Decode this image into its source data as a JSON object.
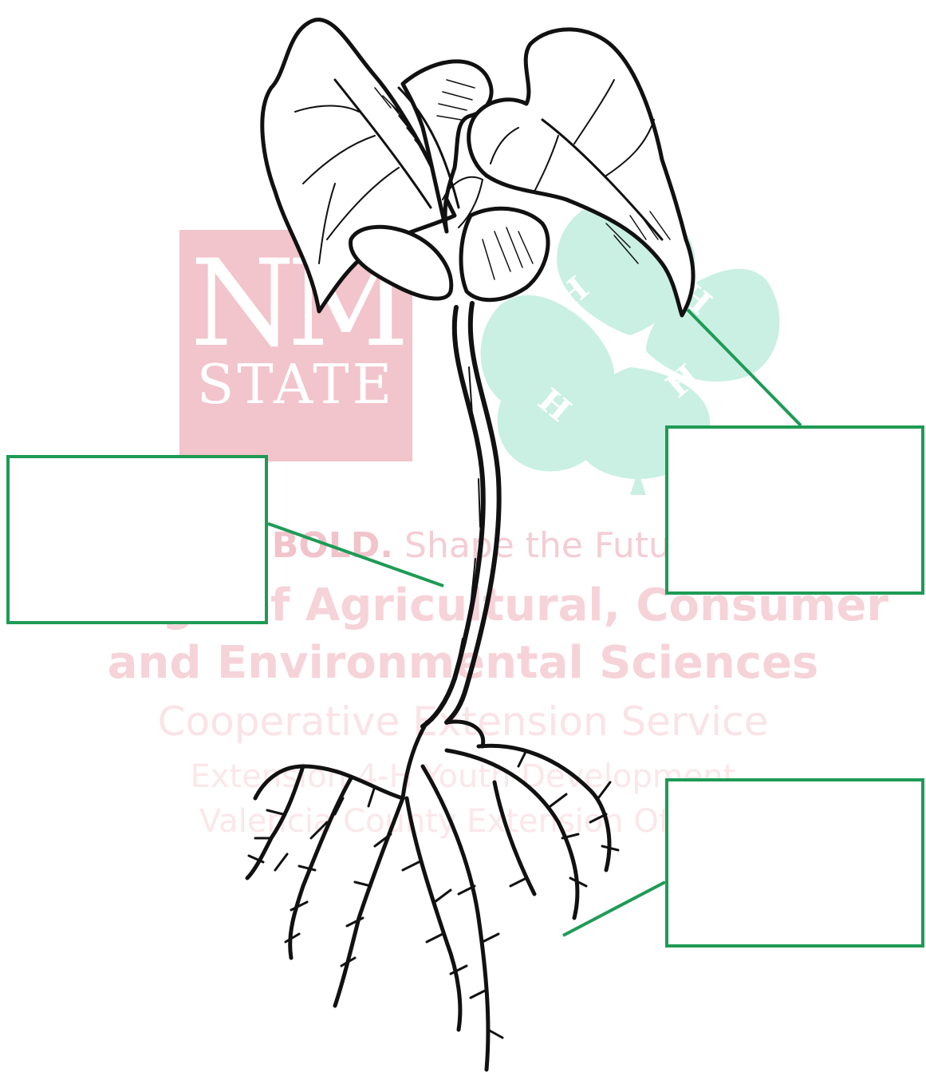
{
  "watermark": {
    "logo": {
      "line1": "NM",
      "line2": "STATE"
    },
    "tagline_bold": "BE BOLD.",
    "tagline_rest": " Shape the Future.",
    "college_line1": "College of Agricultural, Consumer",
    "college_line2": "and Environmental Sciences",
    "service": "Cooperative Extension Service",
    "program": "Extension 4-H Youth Development",
    "office": "Valencia County Extension Office",
    "clover_letters": [
      "H",
      "H",
      "H",
      "H"
    ]
  },
  "labels": {
    "stem": "",
    "leaf": "",
    "root": ""
  },
  "colors": {
    "box_border": "#1e9b55",
    "logo_pink": "#f2c4cb",
    "clover_green": "#c6efe0",
    "drawing_ink": "#111111"
  }
}
